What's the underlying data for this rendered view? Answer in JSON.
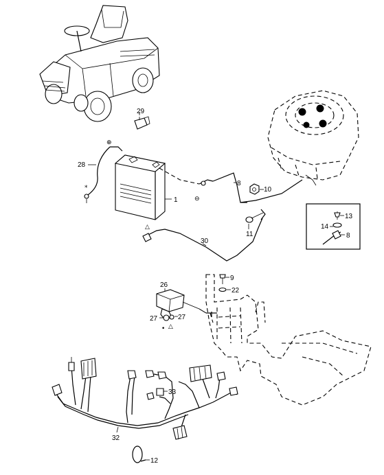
{
  "callouts": {
    "c1": "1",
    "c8a": "8",
    "c8b": "8",
    "c9": "9",
    "c10": "10",
    "c11": "11",
    "c12": "12",
    "c13": "13",
    "c14": "14",
    "c22": "22",
    "c26": "26",
    "c27a": "27",
    "c27b": "27",
    "c28": "28",
    "c29": "29",
    "c30": "30",
    "c32": "32",
    "c33": "33"
  },
  "symbols": {
    "plus": "⊕",
    "minus": "⊖"
  },
  "icons": {
    "mower": "riding-mower-icon",
    "engine": "engine-icon",
    "battery": "battery-icon",
    "chassis": "chassis-outline-icon"
  },
  "colors": {
    "line": "#000000",
    "background": "#ffffff"
  }
}
